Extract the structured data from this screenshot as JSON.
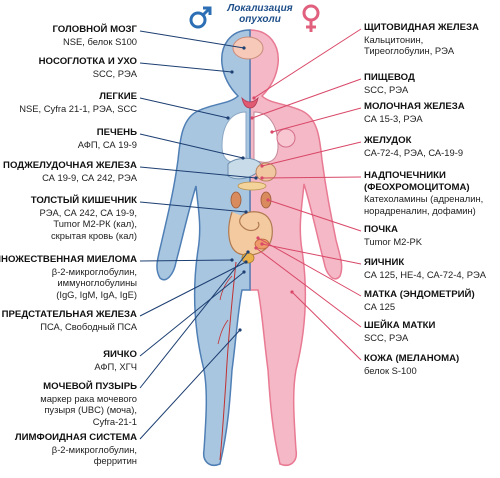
{
  "title": [
    "Локализация",
    "опухоли"
  ],
  "colors": {
    "male": "#4f7fb5",
    "female": "#e97a93",
    "male_fill": "#a9c6e0",
    "female_fill": "#f4b8c6",
    "line_left": "#1d3f72",
    "line_right": "#d94868"
  },
  "symbols": {
    "male": "male-symbol-icon",
    "female": "female-symbol-icon"
  },
  "left_labels": [
    {
      "title": "ГОЛОВНОЙ МОЗГ",
      "lines": [
        "NSE, белок  S100"
      ]
    },
    {
      "title": "НОСОГЛОТКА И УХО",
      "lines": [
        "SCC, РЭА"
      ]
    },
    {
      "title": "ЛЕГКИЕ",
      "lines": [
        "NSE, Cyfra 21-1, РЭА, SCC"
      ]
    },
    {
      "title": "ПЕЧЕНЬ",
      "lines": [
        "АФП, СА 19-9"
      ]
    },
    {
      "title": "ПОДЖЕЛУДОЧНАЯ ЖЕЛЕЗА",
      "lines": [
        "СА 19-9, СА 242, РЭА"
      ]
    },
    {
      "title": "ТОЛСТЫЙ КИШЕЧНИК",
      "lines": [
        "РЭА, СА 242, СА 19-9,",
        "Tumor М2-РК (кал),",
        "скрытая кровь (кал)"
      ]
    },
    {
      "title": "МНОЖЕСТВЕННАЯ МИЕЛОМА",
      "lines": [
        "β-2-микроглобулин,",
        "иммуноглобулины",
        "(IgG, IgM, IgA, IgE)"
      ]
    },
    {
      "title": "ПРЕДСТАТЕЛЬНАЯ ЖЕЛЕЗА",
      "lines": [
        "ПСА, Свободный ПСА"
      ]
    },
    {
      "title": "ЯИЧКО",
      "lines": [
        "АФП, ХГЧ"
      ]
    },
    {
      "title": "МОЧЕВОЙ ПУЗЫРЬ",
      "lines": [
        "маркер рака мочевого",
        "пузыря (UBC) (моча),",
        "Cyfra-21-1"
      ]
    },
    {
      "title": "ЛИМФОИДНАЯ СИСТЕМА",
      "lines": [
        "β-2-микроглобулин,",
        "ферритин"
      ]
    }
  ],
  "right_labels": [
    {
      "title": "ЩИТОВИДНАЯ ЖЕЛЕЗА",
      "lines": [
        "Кальцитонин,",
        "Тиреоглобулин, РЭА"
      ]
    },
    {
      "title": "ПИЩЕВОД",
      "lines": [
        "SCC, РЭА"
      ]
    },
    {
      "title": "МОЛОЧНАЯ ЖЕЛЕЗА",
      "lines": [
        "СА 15-3, РЭА"
      ]
    },
    {
      "title": "ЖЕЛУДОК",
      "lines": [
        "СА-72-4, РЭА, СА-19-9"
      ]
    },
    {
      "title": "НАДПОЧЕЧНИКИ",
      "lines": [
        "(ФЕОХРОМОЦИТОМА)"
      ],
      "lines_bold": true,
      "extra": [
        "Катехоламины (адреналин,",
        "норадреналин, дофамин)"
      ]
    },
    {
      "title": "ПОЧКА",
      "lines": [
        "Tumor M2-PK"
      ]
    },
    {
      "title": "ЯИЧНИК",
      "lines": [
        "СА 125, НЕ-4, СА-72-4, РЭА"
      ]
    },
    {
      "title": "МАТКА (ЭНДОМЕТРИЙ)",
      "lines": [
        "СА 125"
      ]
    },
    {
      "title": "ШЕЙКА МАТКИ",
      "lines": [
        "SCC, РЭА"
      ]
    },
    {
      "title": "КОЖА (МЕЛАНОМА)",
      "lines": [
        "белок S-100"
      ]
    }
  ]
}
